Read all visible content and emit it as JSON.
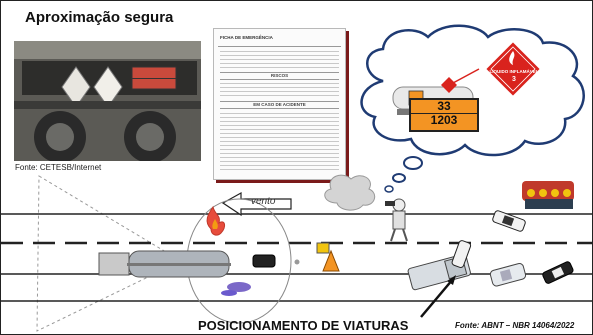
{
  "title": "Aproximação segura",
  "photo_credit": "Fonte: CETESB/Internet",
  "document": {
    "header_left": "FICHA DE EMERGÊNCIA",
    "section_1": "RISCOS",
    "section_2": "EM CASO DE ACIDENTE"
  },
  "hazard_placard": {
    "label": "LÍQUIDO INFLAMÁVEL",
    "class_number": "3"
  },
  "orange_panel": {
    "hazard_id": "33",
    "un_number": "1203"
  },
  "wind_label": "vento",
  "caption": "POSICIONAMENTO DE VIATURAS",
  "source": "Fonte: ABNT – NBR 14064/2022",
  "colors": {
    "placard_red": "#d9231d",
    "orange_panel": "#f39423",
    "road_line": "#222222"
  }
}
